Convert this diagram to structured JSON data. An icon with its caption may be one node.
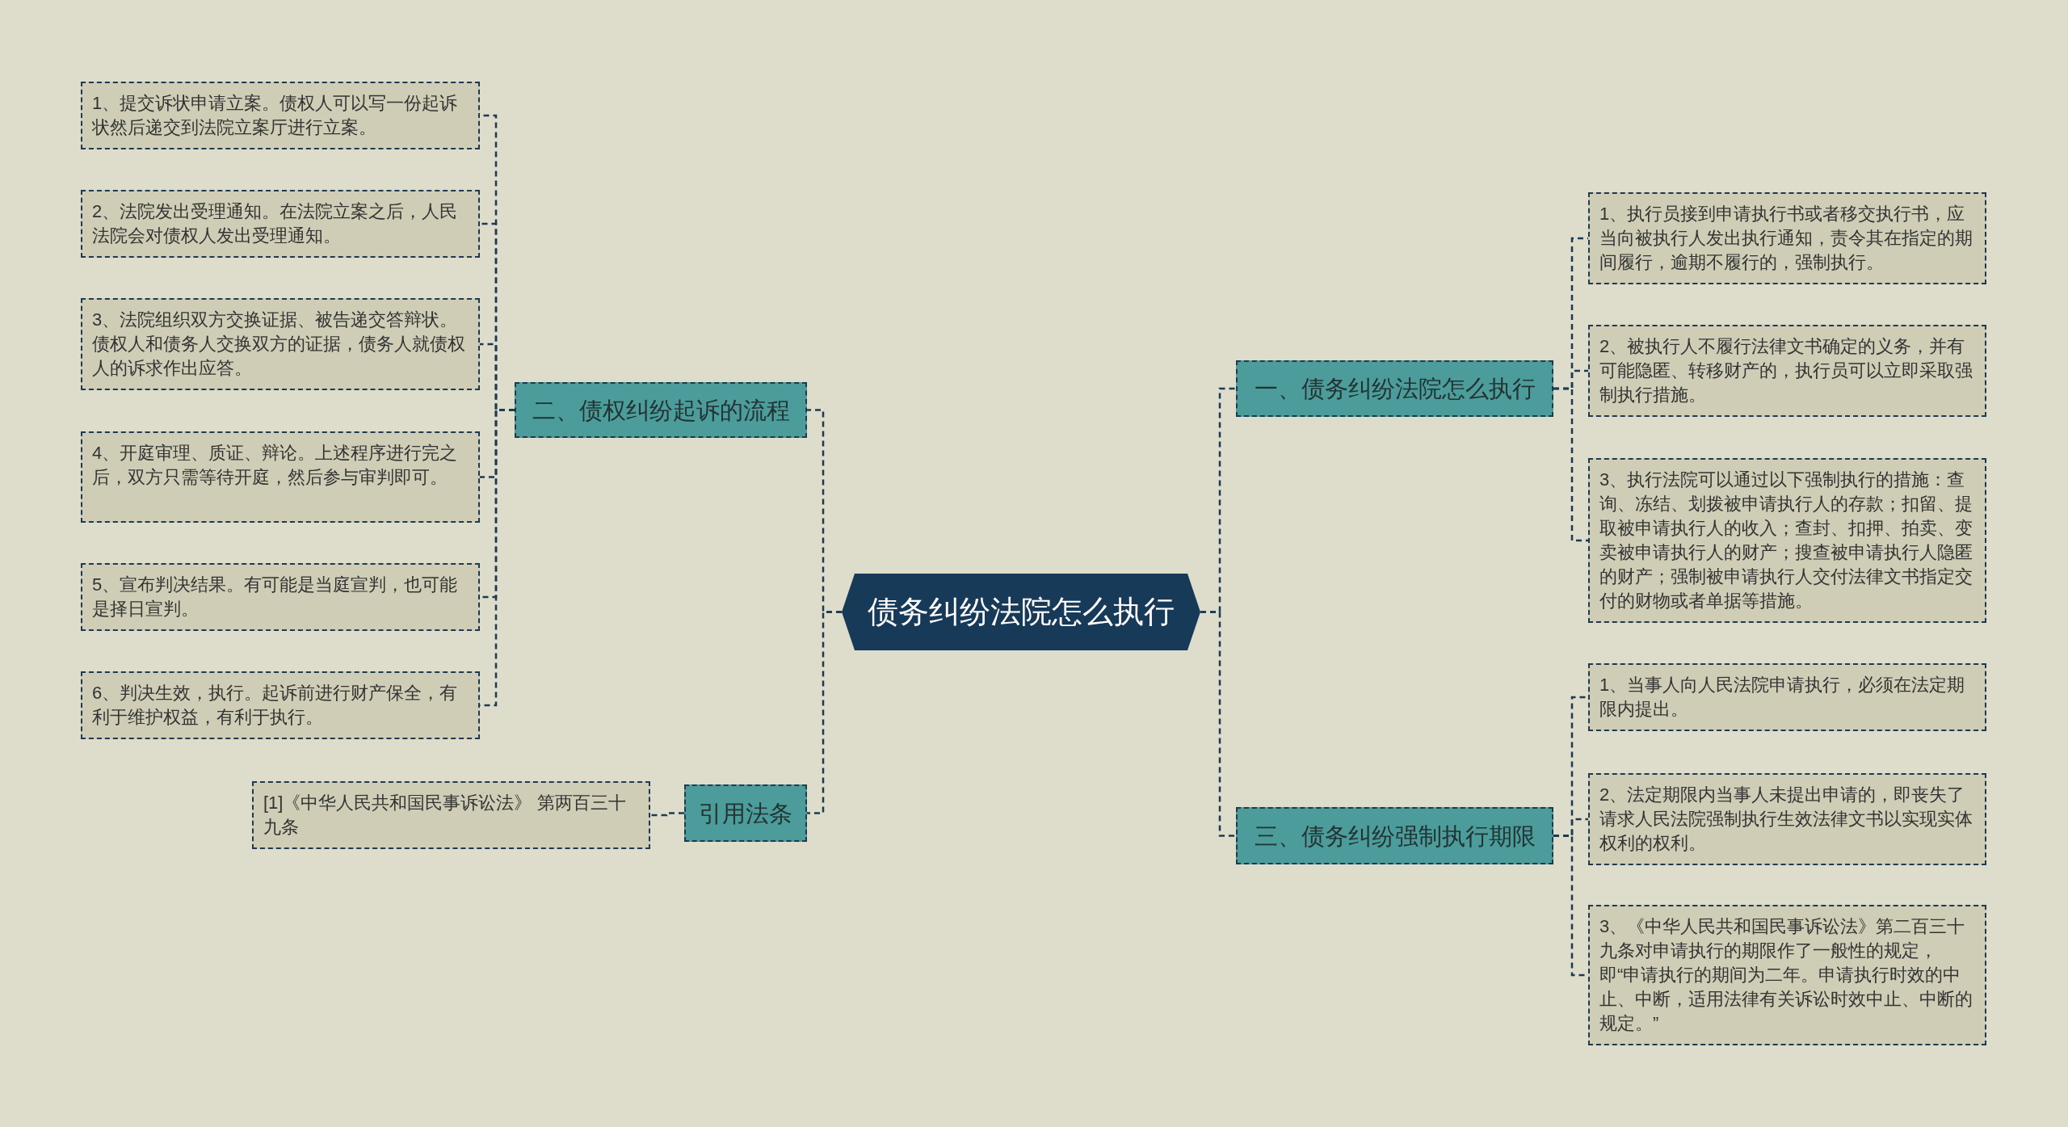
{
  "diagram": {
    "nodes": [
      {
        "text": [
          "债务纠纷法院怎么执行"
        ]
      },
      {
        "text": [
          "一、债务纠纷法院怎么执行"
        ]
      },
      {
        "text": [
          "1、执行员接到申请执行书或者移交执行书，应当向被执行人发出执行通知，责令其在指定的期间履行，逾期不履行的，强制执行。"
        ]
      },
      {
        "text": [
          "2、被执行人不履行法律文书确定的义务，并有可能隐匿、转移财产的，执行员可以立即采取强制执行措施。"
        ]
      },
      {
        "text": [
          "3、执行法院可以通过以下强制执行的措施：查询、冻结、划拨被申请执行人的存款；扣留、提取被申请执行人的收入；查封、扣押、拍卖、变卖被申请执行人的财产；搜查被申请执行人隐匿的财产；强制被申请执行人交付法律文书指定交付的财物或者单据等措施。"
        ]
      },
      {
        "text": [
          "三、债务纠纷强制执行期限"
        ]
      },
      {
        "text": [
          "1、当事人向人民法院申请执行，必须在法定期限内提出。"
        ]
      },
      {
        "text": [
          "2、法定期限内当事人未提出申请的，即丧失了请求人民法院强制执行生效法律文书以实现实体权利的权利。"
        ]
      },
      {
        "text": [
          "3、《中华人民共和国民事诉讼法》第二百三十九条对申请执行的期限作了一般性的规定，即“申请执行的期间为二年。申请执行时效的中止、中断，适用法律有关诉讼时效中止、中断的规定。”"
        ]
      },
      {
        "text": [
          "二、债权纠纷起诉的流程"
        ]
      },
      {
        "text": [
          "1、提交诉状申请立案。债权人可以写一份起诉状然后递交到法院立案厅进行立案。"
        ]
      },
      {
        "text": [
          "2、法院发出受理通知。在法院立案之后，人民法院会对债权人发出受理通知。"
        ]
      },
      {
        "text": [
          "3、法院组织双方交换证据、被告递交答辩状。债权人和债务人交换双方的证据，债务人就债权人的诉求作出应答。"
        ]
      },
      {
        "text": [
          "4、开庭审理、质证、辩论。上述程序进行完之后，双方只需等待开庭，然后参与审判即可。"
        ]
      },
      {
        "text": [
          "5、宣布判决结果。有可能是当庭宣判，也可能是择日宣判。"
        ]
      },
      {
        "text": [
          "6、判决生效，执行。起诉前进行财产保全，有利于维护权益，有利于执行。"
        ]
      },
      {
        "text": [
          "引用法条"
        ]
      },
      {
        "text": [
          "[1]《中华人民共和国民事诉讼法》 第两百三十九条"
        ]
      }
    ],
    "edges": [
      {
        "from": 0,
        "to": 1,
        "arrow": "none"
      },
      {
        "from": 0,
        "to": 5,
        "arrow": "none"
      },
      {
        "from": 0,
        "to": 9,
        "arrow": "none"
      },
      {
        "from": 0,
        "to": 16,
        "arrow": "none"
      },
      {
        "from": 1,
        "to": 2,
        "arrow": "none"
      },
      {
        "from": 1,
        "to": 3,
        "arrow": "none"
      },
      {
        "from": 1,
        "to": 4,
        "arrow": "none"
      },
      {
        "from": 5,
        "to": 6,
        "arrow": "none"
      },
      {
        "from": 5,
        "to": 7,
        "arrow": "none"
      },
      {
        "from": 5,
        "to": 8,
        "arrow": "none"
      },
      {
        "from": 9,
        "to": 10,
        "arrow": "none"
      },
      {
        "from": 9,
        "to": 11,
        "arrow": "none"
      },
      {
        "from": 9,
        "to": 12,
        "arrow": "none"
      },
      {
        "from": 9,
        "to": 13,
        "arrow": "none"
      },
      {
        "from": 9,
        "to": 14,
        "arrow": "none"
      },
      {
        "from": 9,
        "to": 15,
        "arrow": "none"
      },
      {
        "from": 16,
        "to": 17,
        "arrow": "none"
      }
    ]
  }
}
